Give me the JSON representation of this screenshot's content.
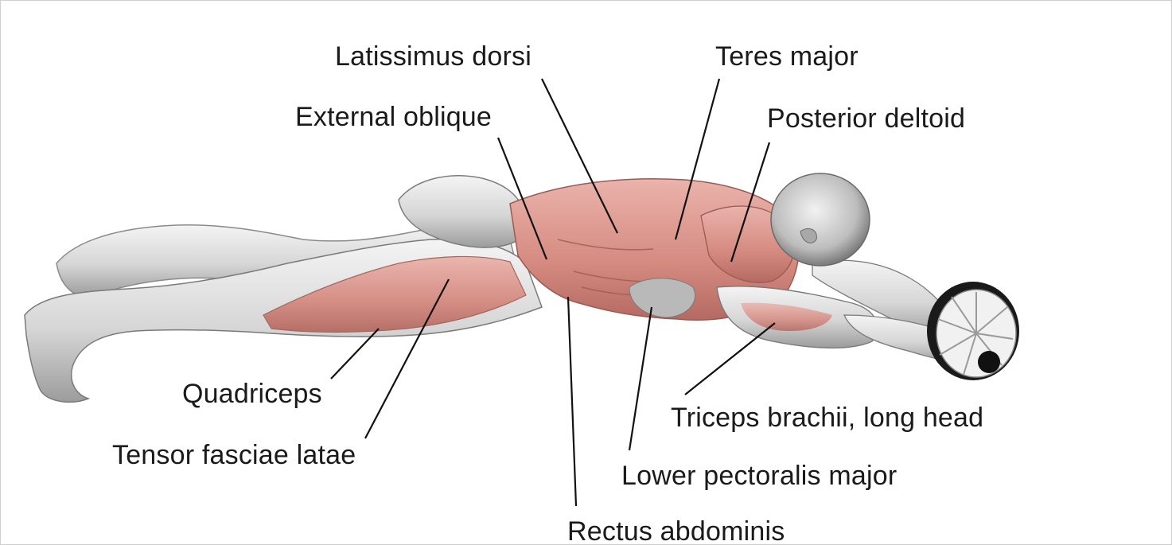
{
  "labels": {
    "latissimus_dorsi": "Latissimus dorsi",
    "teres_major": "Teres major",
    "external_oblique": "External oblique",
    "posterior_deltoid": "Posterior deltoid",
    "quadriceps": "Quadriceps",
    "tensor_fasciae_latae": "Tensor fasciae latae",
    "triceps_long_head": "Triceps brachii, long head",
    "lower_pectoralis_major": "Lower pectoralis major",
    "rectus_abdominis": "Rectus abdominis"
  },
  "colors": {
    "skin_light": "#ececec",
    "skin_mid": "#c9c9c9",
    "skin_shadow": "#8f8f8f",
    "muscle_highlight": "#e3a39a",
    "muscle_mid": "#d58a80",
    "muscle_dark": "#b46a62",
    "wheel_rim": "#1a1a1a",
    "line": "#111111"
  }
}
